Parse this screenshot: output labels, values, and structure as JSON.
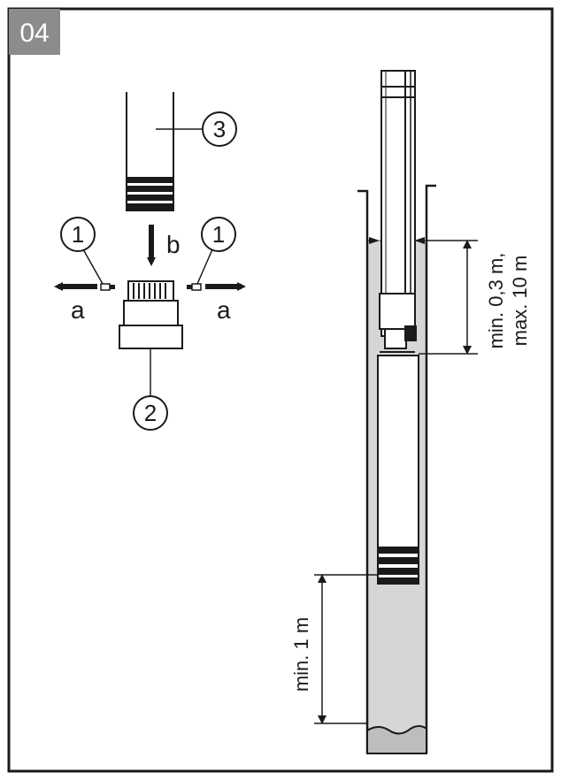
{
  "figure": {
    "step_number": "04",
    "colors": {
      "tag_background": "#8c8c8c",
      "water": "#d6d6d6",
      "line": "#1a1a1a",
      "frame": "#1a1a1a"
    }
  },
  "assembly": {
    "callouts": [
      "1",
      "1",
      "2",
      "3"
    ],
    "arrow_a_label": "a",
    "arrow_b_label": "b"
  },
  "installation": {
    "depth_label_line1": "min. 0,3 m,",
    "depth_label_line2": "max. 10 m",
    "bottom_clearance_label": "min. 1 m"
  }
}
